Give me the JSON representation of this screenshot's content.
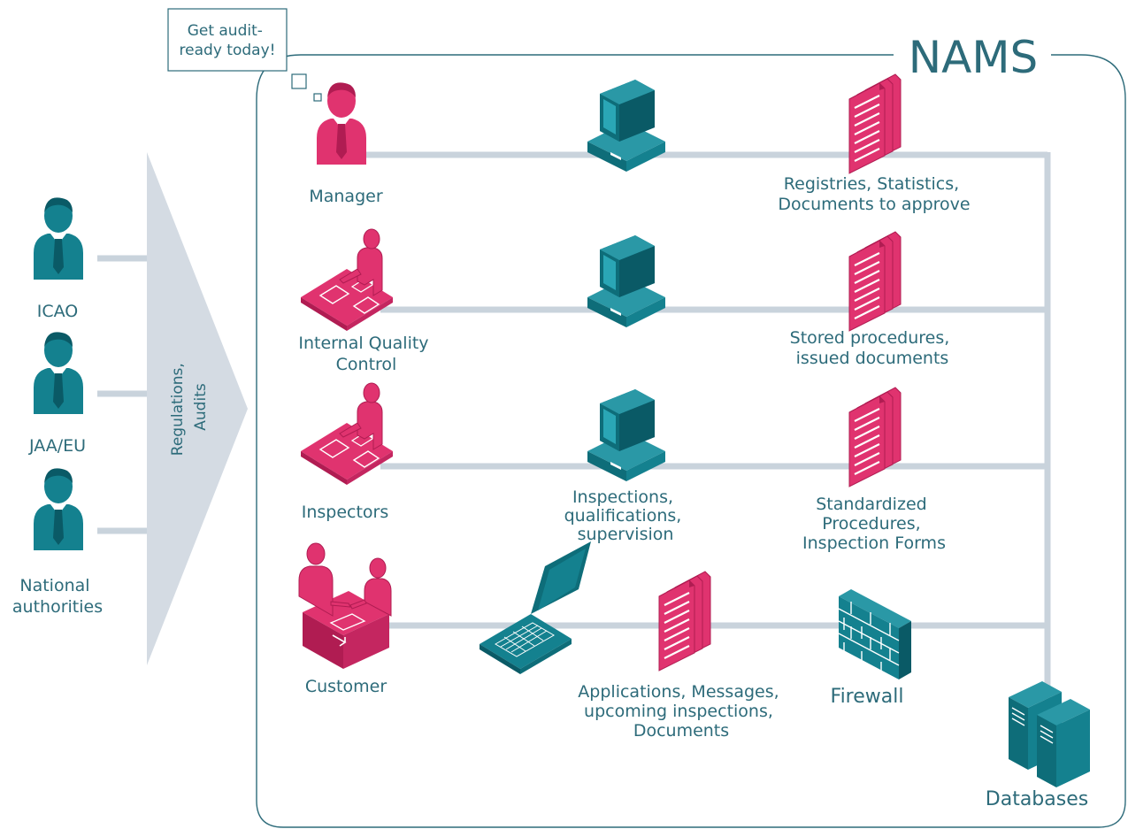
{
  "colors": {
    "teal": "#14818f",
    "teal_dark": "#0a5a66",
    "pink": "#e0336f",
    "pink_dark": "#b01c52",
    "line": "#c9d3dc",
    "arrow": "#d4dbe3",
    "text": "#2d6b7a"
  },
  "callout": {
    "lines": [
      "Get audit-",
      "ready today!"
    ]
  },
  "frame_title": "NAMS",
  "authorities": [
    {
      "label": [
        "ICAO"
      ],
      "icon": "person-icon"
    },
    {
      "label": [
        "JAA/EU"
      ],
      "icon": "person-icon"
    },
    {
      "label": [
        "National",
        "authorities"
      ],
      "icon": "person-icon"
    }
  ],
  "arrow_label": [
    "Regulations,",
    "Audits"
  ],
  "rows": [
    {
      "role": [
        "Manager"
      ],
      "role_icon": "manager-icon",
      "middle_icon": "computer-icon",
      "middle_text": [],
      "right_icon": "documents-icon",
      "right_text": [
        "Registries, Statistics,",
        "Documents to approve"
      ]
    },
    {
      "role": [
        "Internal Quality",
        "Control"
      ],
      "role_icon": "worker-icon",
      "middle_icon": "computer-icon",
      "middle_text": [],
      "right_icon": "documents-icon",
      "right_text": [
        "Stored procedures,",
        "issued documents"
      ]
    },
    {
      "role": [
        "Inspectors"
      ],
      "role_icon": "worker-icon",
      "middle_icon": "computer-icon",
      "middle_text": [
        "Inspections,",
        "qualifications,",
        "supervision"
      ],
      "right_icon": "documents-icon",
      "right_text": [
        "Standardized",
        "Procedures,",
        "Inspection Forms"
      ]
    },
    {
      "role": [
        "Customer"
      ],
      "role_icon": "meeting-icon",
      "laptop_icon": "laptop-icon",
      "middle_icon": "documents-icon",
      "middle_text": [
        "Applications, Messages,",
        "upcoming inspections,",
        "Documents"
      ],
      "firewall_icon": "firewall-icon",
      "firewall_label": [
        "Firewall"
      ]
    }
  ],
  "databases": {
    "label": [
      "Databases"
    ],
    "icon": "database-icon"
  }
}
